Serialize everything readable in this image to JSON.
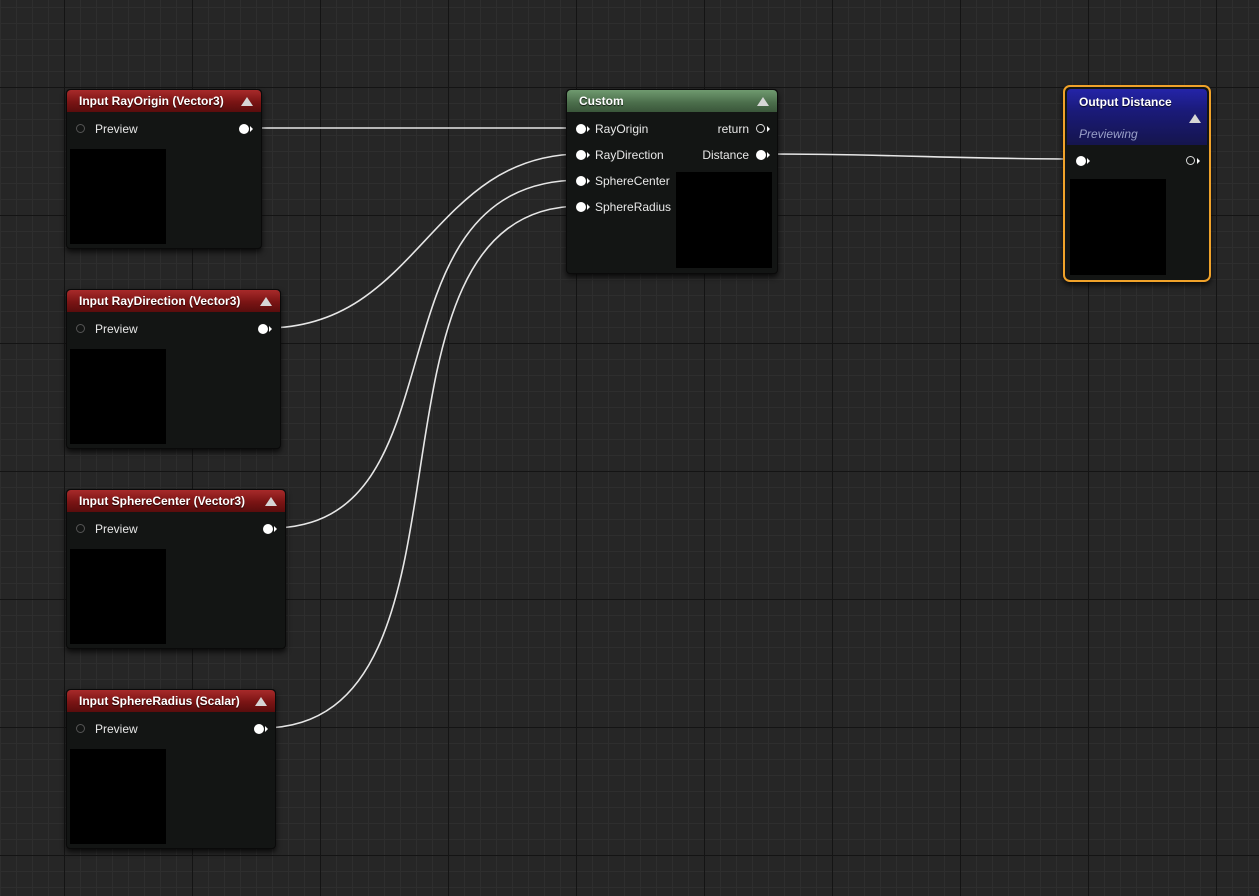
{
  "graph": {
    "wire_color": "#e6e6e6",
    "input_header_color": "#8a1b1b",
    "custom_header_color": "#5b7f5b",
    "output_header_color": "#1c1c8a",
    "output_border_color": "#f0a22a"
  },
  "nodes": {
    "input_ray_origin": {
      "title": "Input RayOrigin (Vector3)",
      "preview_label": "Preview"
    },
    "input_ray_direction": {
      "title": "Input RayDirection (Vector3)",
      "preview_label": "Preview"
    },
    "input_sphere_center": {
      "title": "Input SphereCenter (Vector3)",
      "preview_label": "Preview"
    },
    "input_sphere_radius": {
      "title": "Input SphereRadius (Scalar)",
      "preview_label": "Preview"
    },
    "custom": {
      "title": "Custom",
      "inputs": [
        "RayOrigin",
        "RayDirection",
        "SphereCenter",
        "SphereRadius"
      ],
      "outputs": [
        "return",
        "Distance"
      ]
    },
    "output_distance": {
      "title": "Output Distance",
      "status": "Previewing"
    }
  },
  "icons": {
    "collapse": "collapse-arrow-icon",
    "pin": "pin-icon"
  }
}
